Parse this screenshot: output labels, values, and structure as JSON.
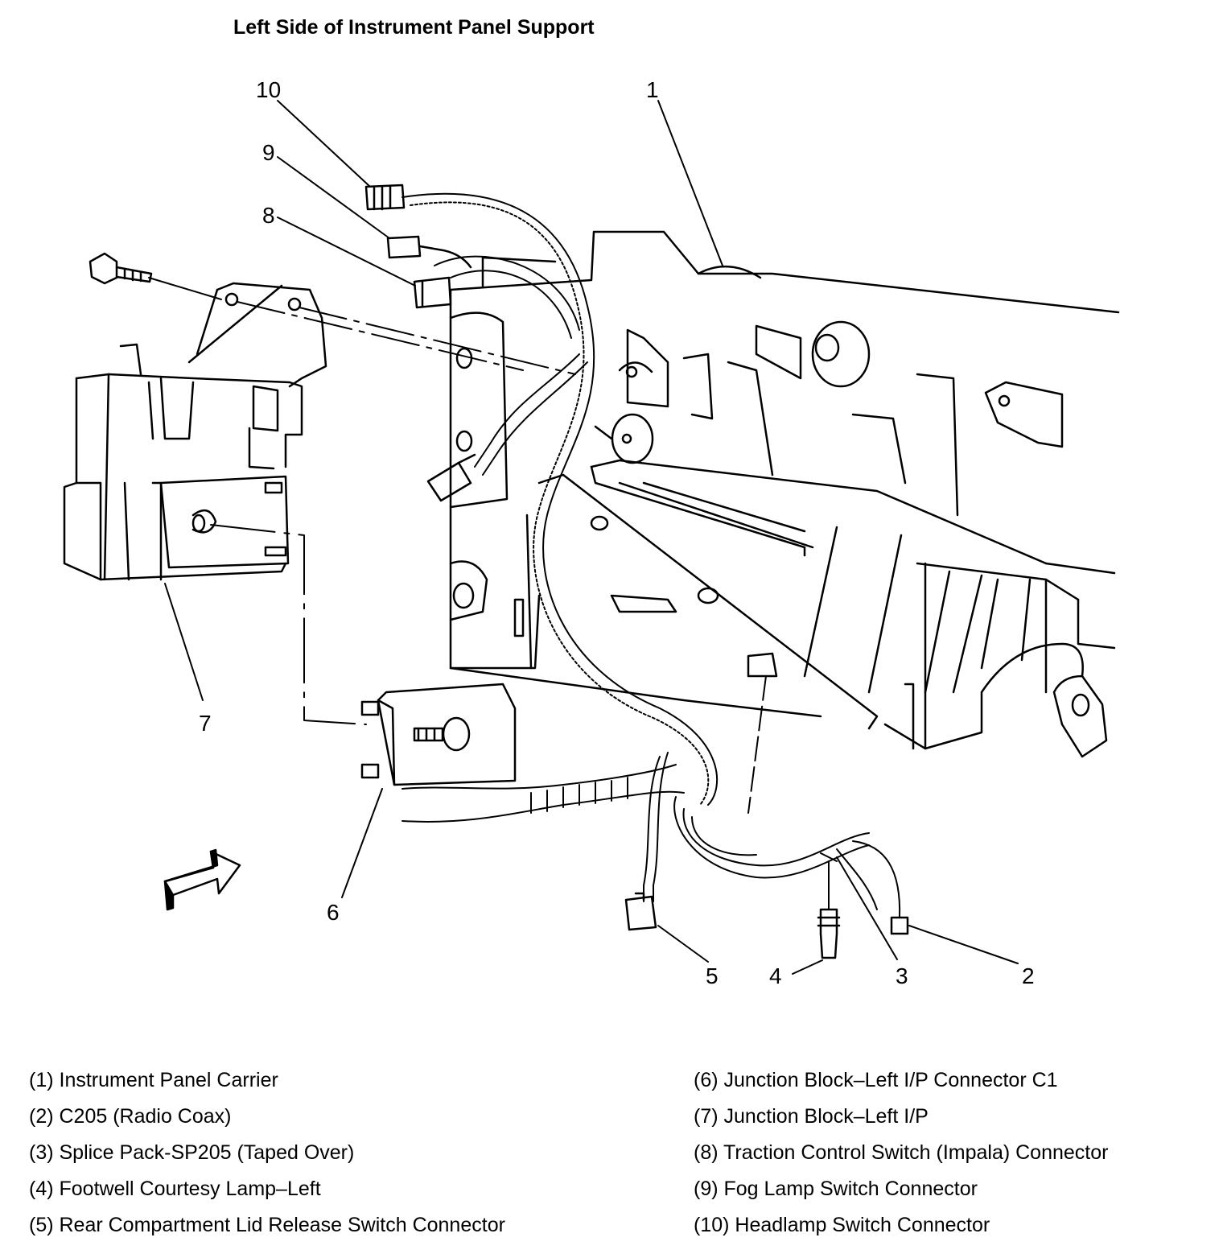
{
  "title": "Left Side of Instrument Panel Support",
  "callouts": {
    "c1": "1",
    "c2": "2",
    "c3": "3",
    "c4": "4",
    "c5": "5",
    "c6": "6",
    "c7": "7",
    "c8": "8",
    "c9": "9",
    "c10": "10"
  },
  "legend_left": [
    "(1) Instrument Panel Carrier",
    "(2) C205 (Radio Coax)",
    "(3) Splice Pack-SP205 (Taped Over)",
    "(4) Footwell Courtesy Lamp–Left",
    "(5) Rear Compartment Lid Release Switch Connector"
  ],
  "legend_right": [
    "(6) Junction Block–Left I/P Connector C1",
    "(7) Junction Block–Left I/P",
    "(8) Traction Control Switch (Impala) Connector",
    "(9) Fog Lamp Switch Connector",
    "(10) Headlamp Switch Connector"
  ],
  "colors": {
    "line": "#000000",
    "background": "#ffffff"
  }
}
